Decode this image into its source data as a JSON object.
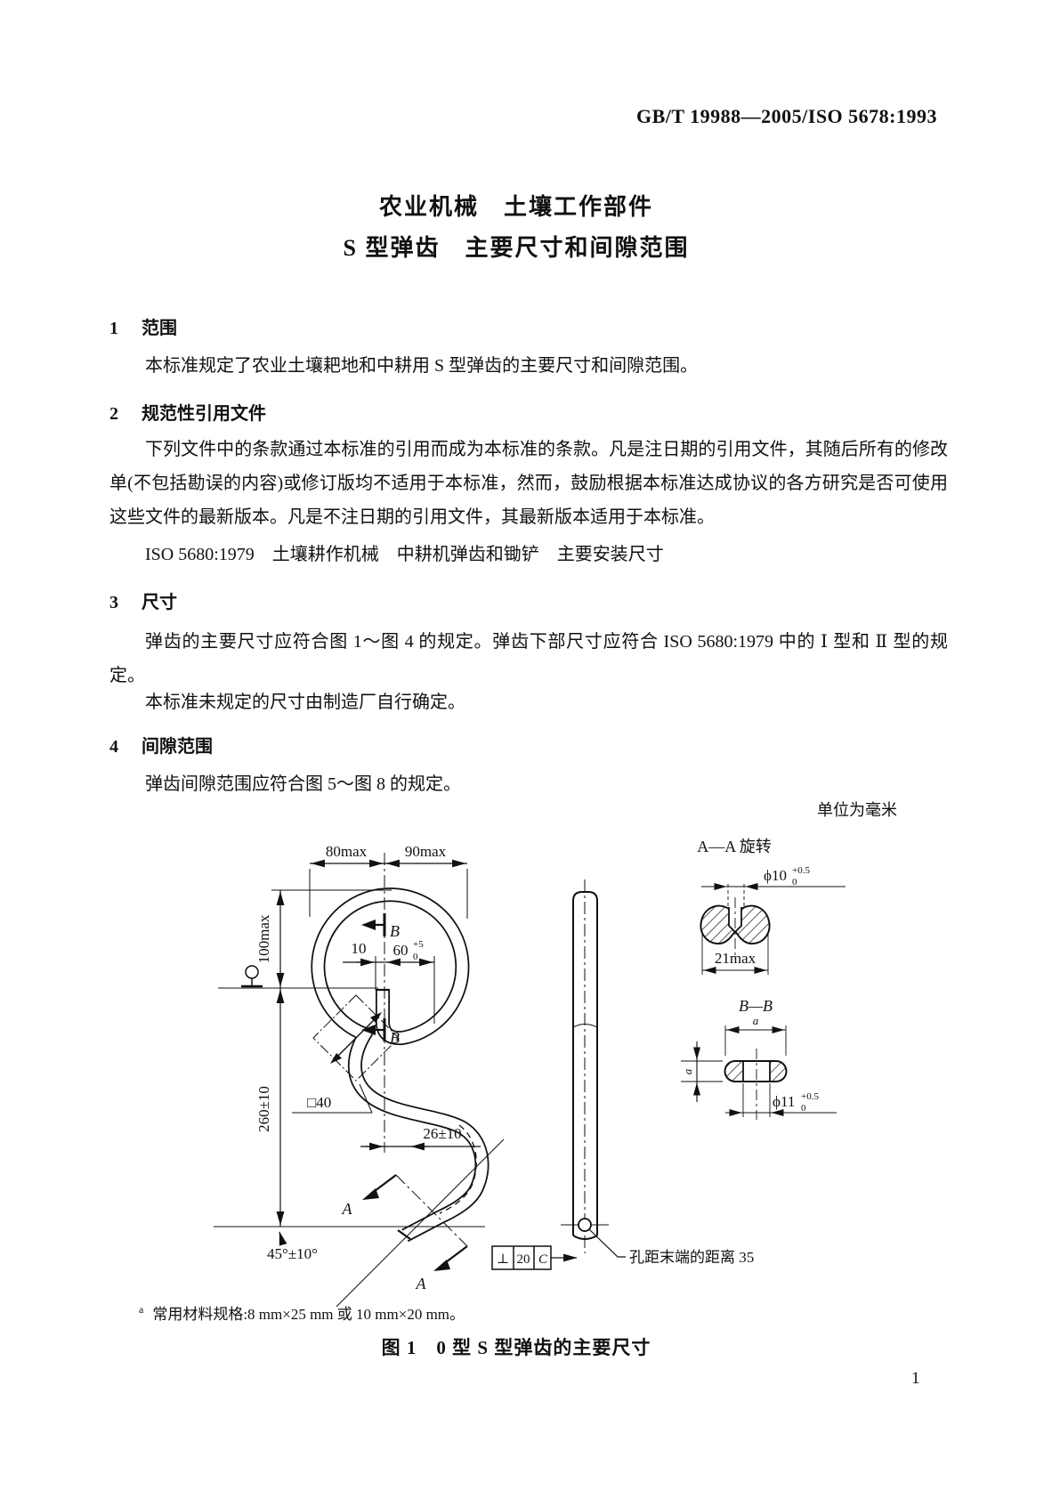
{
  "page": {
    "header": "GB/T 19988—2005/ISO 5678:1993",
    "page_number": "1"
  },
  "title": {
    "line1": "农业机械　土壤工作部件",
    "line2": "S 型弹齿　主要尺寸和间隙范围"
  },
  "sections": [
    {
      "number": "1",
      "heading": "范围",
      "paragraphs": [
        "本标准规定了农业土壤耙地和中耕用 S 型弹齿的主要尺寸和间隙范围。"
      ]
    },
    {
      "number": "2",
      "heading": "规范性引用文件",
      "paragraphs": [
        "下列文件中的条款通过本标准的引用而成为本标准的条款。凡是注日期的引用文件，其随后所有的修改单(不包括勘误的内容)或修订版均不适用于本标准，然而，鼓励根据本标准达成协议的各方研究是否可使用这些文件的最新版本。凡是不注日期的引用文件，其最新版本适用于本标准。",
        "ISO 5680:1979　土壤耕作机械　中耕机弹齿和锄铲　主要安装尺寸"
      ]
    },
    {
      "number": "3",
      "heading": "尺寸",
      "paragraphs": [
        "弹齿的主要尺寸应符合图 1～图 4 的规定。弹齿下部尺寸应符合 ISO 5680:1979 中的 Ⅰ 型和 Ⅱ 型的规定。",
        "本标准未规定的尺寸由制造厂自行确定。"
      ]
    },
    {
      "number": "4",
      "heading": "间隙范围",
      "paragraphs": [
        "弹齿间隙范围应符合图 5～图 8 的规定。"
      ]
    }
  ],
  "figure": {
    "units_note": "单位为毫米",
    "footnote_marker": "a",
    "footnote": "常用材料规格:8 mm×25 mm 或 10 mm×20 mm。",
    "caption": "图 1　0 型 S 型弹齿的主要尺寸",
    "labels": {
      "dim_80": "80max",
      "dim_90": "90max",
      "dim_100": "100max",
      "dim_260": "260±10",
      "dim_10": "10",
      "dim_60": "60",
      "dim_60_upper": "+5",
      "dim_60_lower": "0",
      "label_b": "B",
      "square": "□40",
      "dim_26": "26±10",
      "angle": "45°±10°",
      "label_a": "A",
      "fcf_symbol": "⊥",
      "fcf_value": "20",
      "fcf_datum": "C",
      "hole_note": "孔距末端的距离 35",
      "section_aa": "A—A 旋转",
      "dia10": "ϕ10",
      "dia10_upper": "+0.5",
      "dia10_lower": "0",
      "dim_21": "21max",
      "section_bb": "B—B",
      "dim_a": "a",
      "dia11": "ϕ11",
      "dia11_upper": "+0.5",
      "dia11_lower": "0"
    }
  }
}
